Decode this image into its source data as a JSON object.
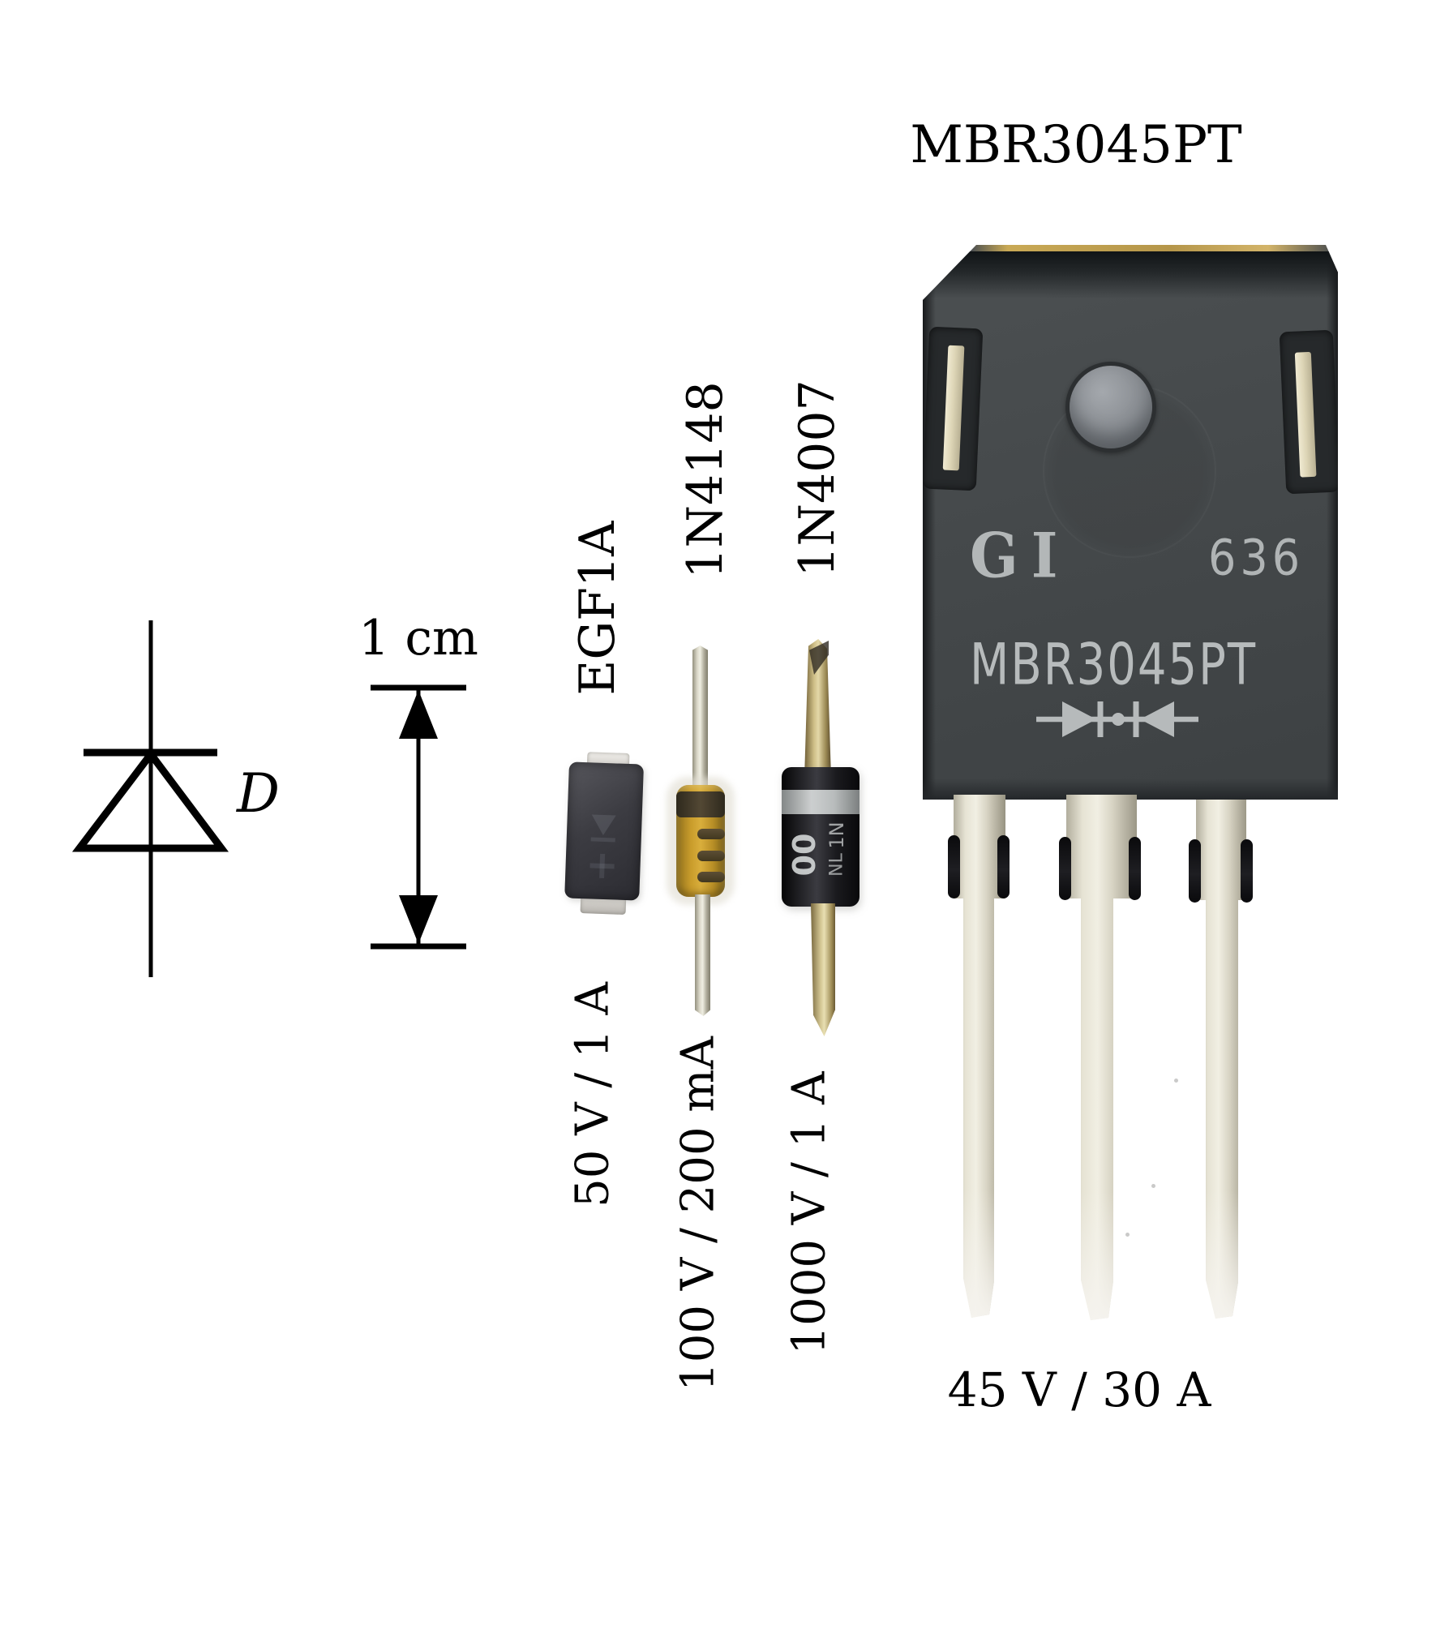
{
  "figure": {
    "title": "MBR3045PT",
    "scale_label": "1 cm",
    "schematic_label": "D"
  },
  "components": [
    {
      "name": "EGF1A",
      "rating": "50 V / 1 A"
    },
    {
      "name": "1N4148",
      "rating": "100 V / 200 mA"
    },
    {
      "name": "1N4007",
      "rating": "1000 V / 1 A",
      "marking_fragments": [
        "00",
        "1N",
        "NL"
      ]
    },
    {
      "name": "MBR3045PT",
      "rating": "45 V / 30 A",
      "markings": {
        "brand": "GI",
        "code": "636",
        "part": "MBR3045PT"
      }
    }
  ],
  "colors": {
    "background": "#ffffff",
    "annotation": "#000000",
    "package_body": "#46494b",
    "package_marking": "#b6babb",
    "lead_silver": "#e9e6d8",
    "lead_brass": "#d3c693",
    "glass_yellow": "#c99c2b",
    "rectifier_black": "#1a1a1e",
    "smd_black": "#3a3a40"
  }
}
